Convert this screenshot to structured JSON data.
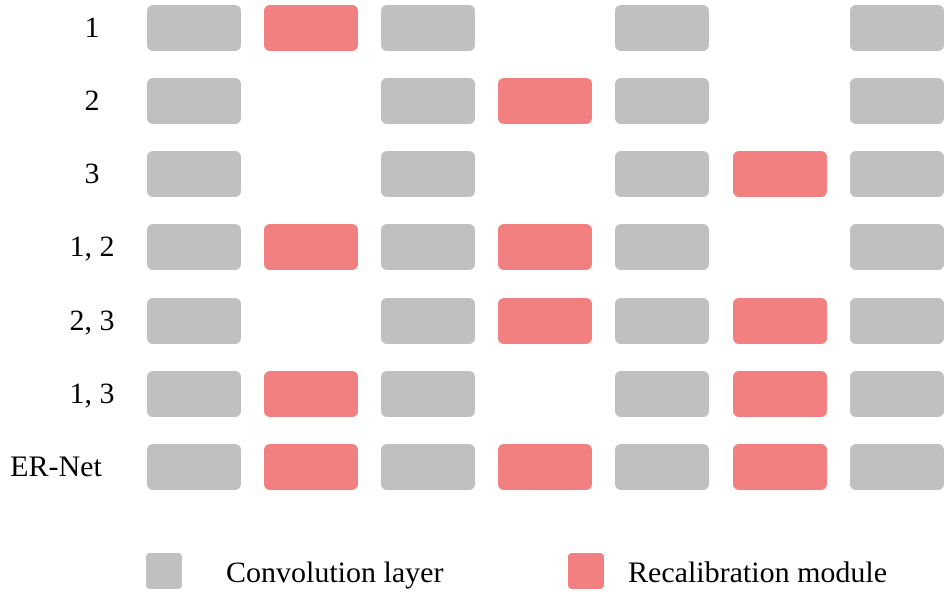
{
  "colors": {
    "conv": "#c0c0c0",
    "recal": "#f28080"
  },
  "rows": [
    {
      "label": "1",
      "blocks": [
        "conv",
        "recal",
        "conv",
        null,
        "conv",
        null,
        "conv"
      ]
    },
    {
      "label": "2",
      "blocks": [
        "conv",
        null,
        "conv",
        "recal",
        "conv",
        null,
        "conv"
      ]
    },
    {
      "label": "3",
      "blocks": [
        "conv",
        null,
        "conv",
        null,
        "conv",
        "recal",
        "conv"
      ]
    },
    {
      "label": "1, 2",
      "blocks": [
        "conv",
        "recal",
        "conv",
        "recal",
        "conv",
        null,
        "conv"
      ]
    },
    {
      "label": "2, 3",
      "blocks": [
        "conv",
        null,
        "conv",
        "recal",
        "conv",
        "recal",
        "conv"
      ]
    },
    {
      "label": "1, 3",
      "blocks": [
        "conv",
        "recal",
        "conv",
        null,
        "conv",
        "recal",
        "conv"
      ]
    },
    {
      "label": "ER-Net",
      "blocks": [
        "conv",
        "recal",
        "conv",
        "recal",
        "conv",
        "recal",
        "conv"
      ]
    }
  ],
  "legend": {
    "conv_label": "Convolution layer",
    "recal_label": "Recalibration module"
  }
}
